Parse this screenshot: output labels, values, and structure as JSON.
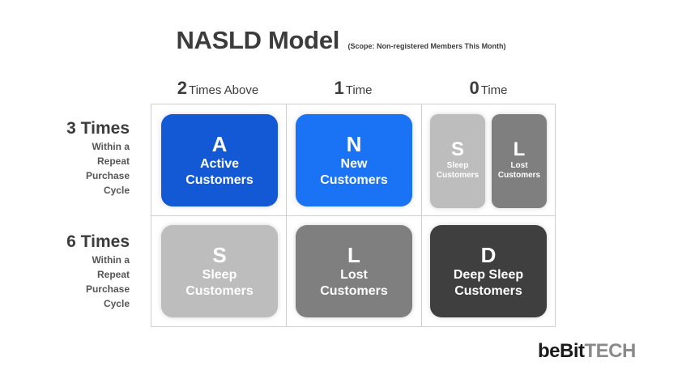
{
  "title": "NASLD Model",
  "scope": "(Scope: Non-registered Members This Month)",
  "columns": [
    {
      "num": "2",
      "text": "Times Above"
    },
    {
      "num": "1",
      "text": "Time"
    },
    {
      "num": "0",
      "text": "Time"
    }
  ],
  "rows": [
    {
      "big": "3 Times",
      "lines": [
        "Within a",
        "Repeat",
        "Purchase",
        "Cycle"
      ]
    },
    {
      "big": "6 Times",
      "lines": [
        "Within a",
        "Repeat",
        "Purchase",
        "Cycle"
      ]
    }
  ],
  "tiles": {
    "a": {
      "letter": "A",
      "label1": "Active",
      "label2": "Customers",
      "color": "#1358d4"
    },
    "n": {
      "letter": "N",
      "label1": "New",
      "label2": "Customers",
      "color": "#1a73f5"
    },
    "s_small": {
      "letter": "S",
      "label1": "Sleep",
      "label2": "Customers",
      "color": "#bdbdbd"
    },
    "l_small": {
      "letter": "L",
      "label1": "Lost",
      "label2": "Customers",
      "color": "#7f7f7f"
    },
    "s": {
      "letter": "S",
      "label1": "Sleep",
      "label2": "Customers",
      "color": "#bdbdbd"
    },
    "l": {
      "letter": "L",
      "label1": "Lost",
      "label2": "Customers",
      "color": "#7f7f7f"
    },
    "d": {
      "letter": "D",
      "label1": "Deep Sleep",
      "label2": "Customers",
      "color": "#3f3f3f"
    }
  },
  "logo": {
    "part1": "beBit",
    "part2": "TECH"
  }
}
